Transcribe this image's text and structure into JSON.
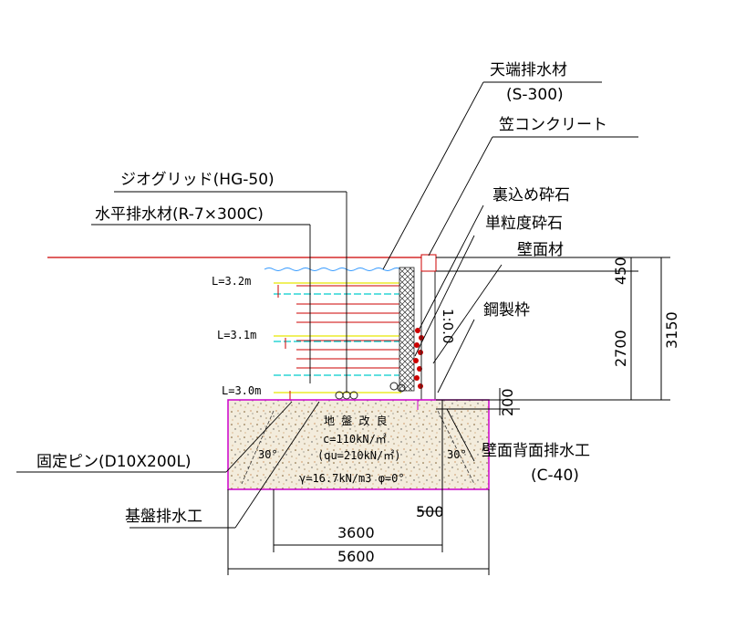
{
  "labels": {
    "crest_drain": "天端排水材",
    "crest_drain_spec": "(S-300)",
    "coping": "笠コンクリート",
    "geogrid": "ジオグリッド(HG-50)",
    "horizontal_drain": "水平排水材(R-7×300C)",
    "backfill_stone": "裏込め砕石",
    "single_grain_stone": "単粒度砕石",
    "wall_material": "壁面材",
    "steel_frame": "鋼製枠",
    "slope": "1:0.0",
    "fixing_pin": "固定ピン(D10X200L)",
    "base_drain": "基盤排水工",
    "wall_back_drain": "壁面背面排水工",
    "wall_back_drain_spec": "(C-40)"
  },
  "lengths": {
    "upper": "L=3.2m",
    "middle": "L=3.1m",
    "lower": "L=3.0m"
  },
  "ground_improvement": {
    "title": "地 盤 改 良",
    "cohesion": "c=110kN/㎡",
    "qu": "(qu=210kN/㎡)",
    "gamma_phi": "γ=16.7kN/m3  φ=0°",
    "angle_left": "30°",
    "angle_right": "30°"
  },
  "dimensions": {
    "top": "450",
    "wall": "2700",
    "total": "3150",
    "base": "200",
    "offset": "500",
    "inner_width": "3600",
    "outer_width": "5600"
  },
  "colors": {
    "line": "#000000",
    "ground_line": "#cc0000",
    "grid_red": "#cc0000",
    "drain_yellow": "#e6e600",
    "drain_cyan": "#00cccc",
    "improvement_border": "#cc00cc",
    "wall": "#222222",
    "stone_red": "#cc0000",
    "water_blue": "#3399ff"
  }
}
